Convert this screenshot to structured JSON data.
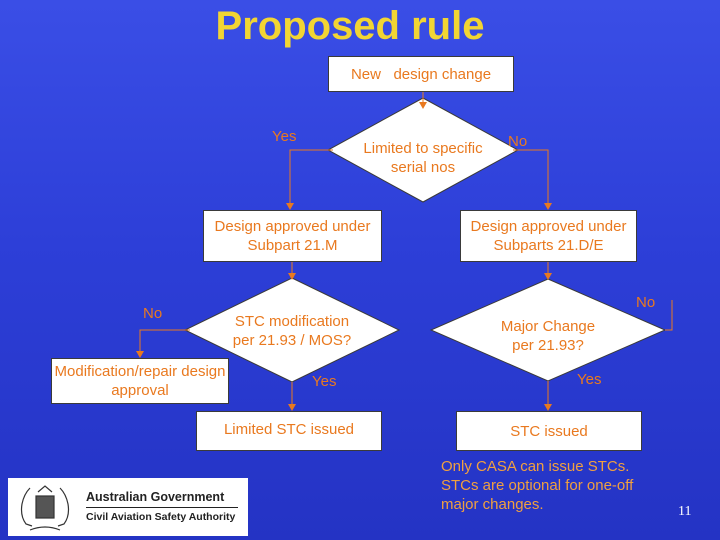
{
  "title": "Proposed rule",
  "nodes": {
    "new_design_change": "New   design change",
    "limited_serial": "Limited to specific serial nos",
    "design_approved_21m": "Design approved under Subpart 21.M",
    "design_approved_21de": "Design approved under Subparts 21.D/E",
    "stc_modification": "STC modification per 21.93 / MOS?",
    "major_change": "Major Change per 21.93?",
    "modification_repair": "Modification/repair design approval",
    "limited_stc_issued": "Limited STC issued",
    "stc_issued": "STC issued"
  },
  "edge_labels": {
    "yes_left": "Yes",
    "no_right": "No",
    "no_stc_mod": "No",
    "yes_stc_mod": "Yes",
    "no_major": "No",
    "yes_major": "Yes"
  },
  "note": "Only CASA can issue STCs. STCs are optional for one-off major changes.",
  "logo": {
    "line1": "Australian Government",
    "line2": "Civil Aviation Safety Authority"
  },
  "page_number": "11",
  "colors": {
    "background": "#2d3fd8",
    "title": "#f2d533",
    "text": "#e9791f",
    "box": "#ffffff"
  }
}
